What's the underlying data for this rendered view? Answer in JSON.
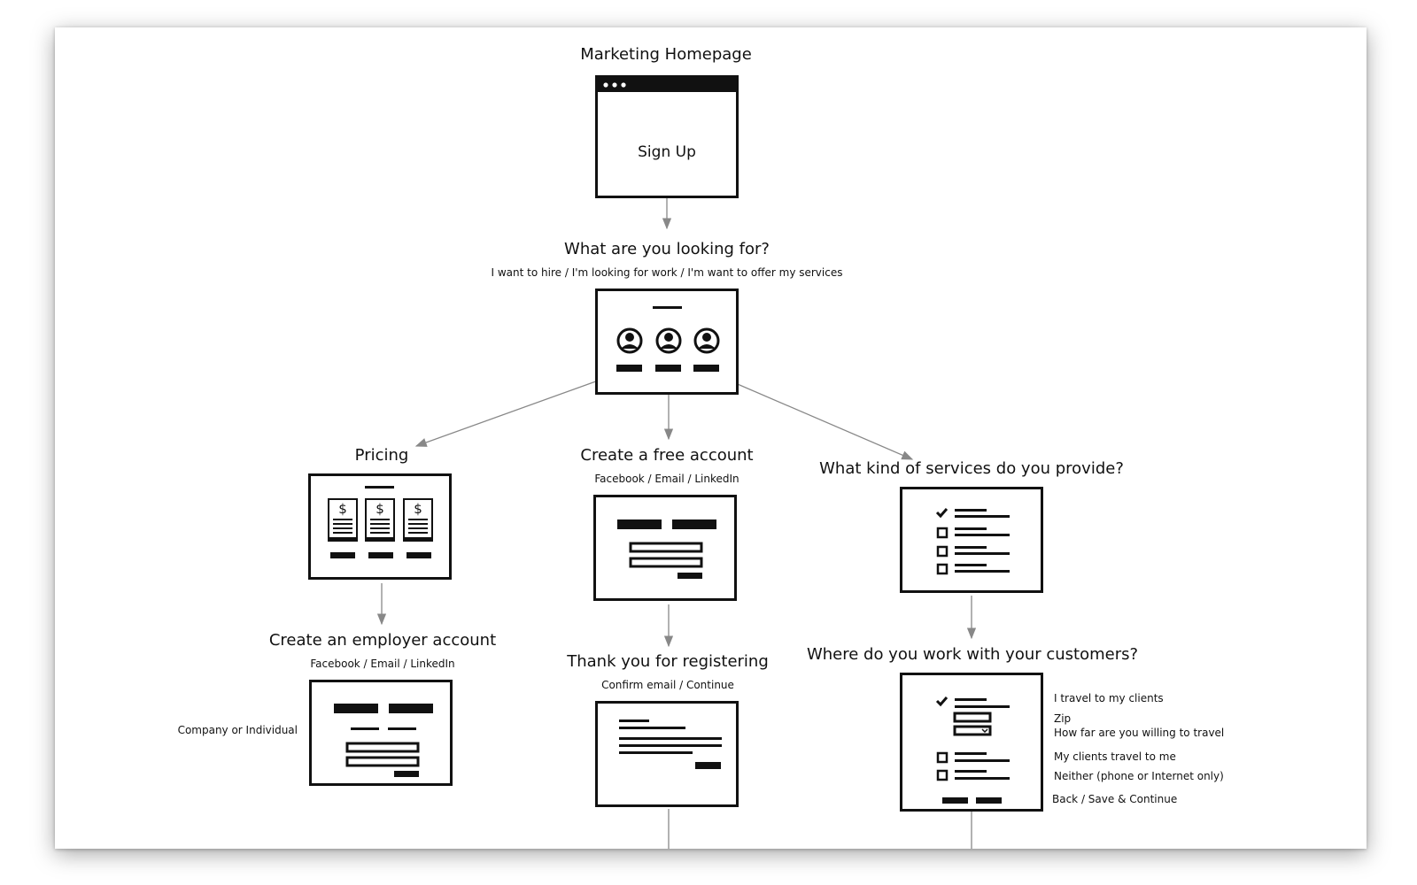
{
  "home": {
    "title": "Marketing Homepage",
    "button": "Sign Up"
  },
  "looking": {
    "title": "What are you looking for?",
    "sub": "I want to hire / I'm looking for work / I'm want to offer my services"
  },
  "pricing": {
    "title": "Pricing"
  },
  "free": {
    "title": "Create a free account",
    "sub": "Facebook / Email / LinkedIn"
  },
  "services": {
    "title": "What kind of services do you provide?"
  },
  "employer": {
    "title": "Create an employer account",
    "sub": "Facebook / Email / LinkedIn",
    "side": "Company or Individual"
  },
  "thanks": {
    "title": "Thank you for registering",
    "sub": "Confirm email / Continue"
  },
  "where": {
    "title": "Where do you work with your customers?",
    "opt1": "I travel to my clients",
    "zip": "Zip",
    "distance": "How far are you willing to travel",
    "opt2": "My clients travel to me",
    "opt3": "Neither (phone or Internet only)",
    "actions": "Back / Save & Continue"
  },
  "colors": {
    "ink": "#111111",
    "arrow": "#888888"
  },
  "icons": {
    "price": "$",
    "check": "checkmark-icon",
    "user": "user-avatar-icon",
    "dots": "browser-dots-icon"
  }
}
